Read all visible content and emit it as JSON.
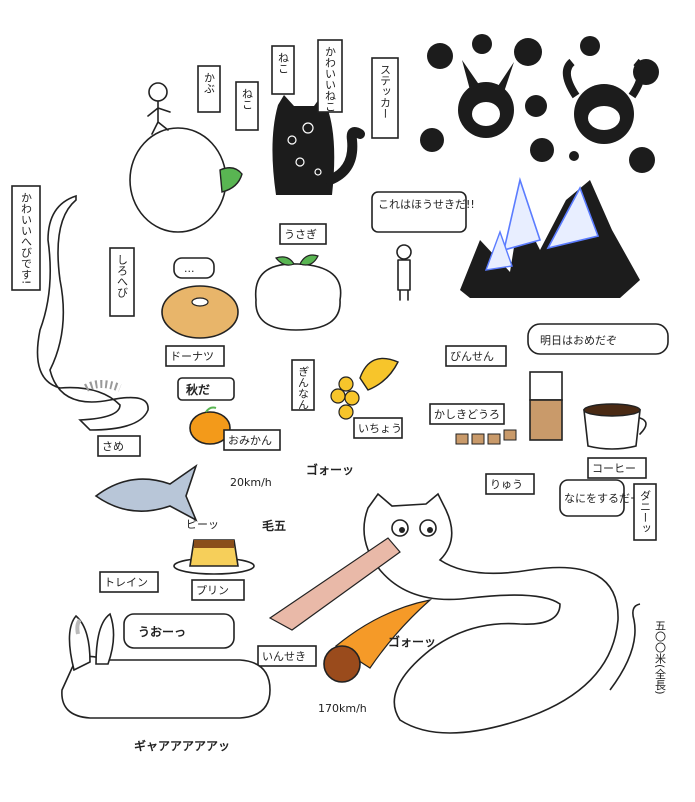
{
  "labels": {
    "kabu": "かぶ",
    "neko1": "ねこ",
    "neko2": "ねこ",
    "kawaii_neko": "かわいいねこ",
    "sticker": "ステッカー",
    "kawaii_hebi": "かわいいへびです!",
    "shirohebi": "しろへび",
    "usagi": "うさぎ",
    "hoseki": "これはほうせきだ!!",
    "speech_dots": "...",
    "donut": "ドーナツ",
    "aki": "秋だ",
    "omikan": "おみかん",
    "ginnan": "ぎんなん",
    "icho": "いちょう",
    "binsen": "びんせん",
    "ashita": "明日はおめだぞ",
    "kashi": "かしきどうろ",
    "coffee": "コーヒー",
    "same": "さめ",
    "speed1": "20km/h",
    "goo1": "ゴォーッ",
    "ryu": "りゅう",
    "nani": "なにをするだー",
    "dani": "ダニーッ",
    "pii": "ピーッ",
    "kega": "毛五",
    "train": "トレイン",
    "purin": "プリン",
    "uo": "うおーっ",
    "inseki": "いんせき",
    "goo2": "ゴォーッ",
    "speed2": "170km/h",
    "gyaa": "ギャアアアアアッ",
    "zenchou": "五〇〇米(全長)"
  },
  "colors": {
    "ink": "#222222",
    "black_cat": "#1c1c1c",
    "crystal": "#5b7cff",
    "donut": "#e8b56a",
    "mikan": "#f39a1a",
    "ginkgo": "#f7c52b",
    "coffee": "#4a2a14",
    "fish": "#b8c6d8",
    "pudding": "#f6cf5a",
    "meteor_fire": "#f59a28",
    "meteor_rock": "#9a4b1c",
    "beam": "#e9b9a8",
    "leaf": "#59b552",
    "wood": "#c99a6a"
  },
  "icons": [
    "kabu-icon",
    "black-cat-icon",
    "skull-sticker-icon",
    "snake-icon",
    "rabbit-blob-icon",
    "crystal-icon",
    "donut-icon",
    "mikan-icon",
    "ginkgo-icon",
    "coffee-icon",
    "fish-icon",
    "pudding-icon",
    "meteor-icon",
    "long-cat-icon",
    "long-rabbit-icon"
  ]
}
